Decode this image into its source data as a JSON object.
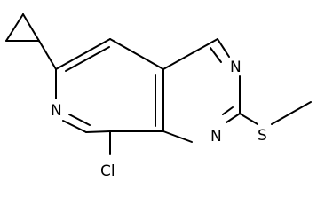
{
  "molecule": {
    "atoms": [
      {
        "id": "N_pyridine",
        "symbol": "N"
      },
      {
        "id": "N3",
        "symbol": "N"
      },
      {
        "id": "N1",
        "symbol": "N"
      },
      {
        "id": "S",
        "symbol": "S"
      },
      {
        "id": "Cl",
        "symbol": "Cl"
      }
    ],
    "substituents": [
      "cyclopropyl",
      "methylthio",
      "chloro"
    ],
    "colors": {
      "bond": "#000000",
      "label": "#000000",
      "background": "#ffffff"
    }
  }
}
